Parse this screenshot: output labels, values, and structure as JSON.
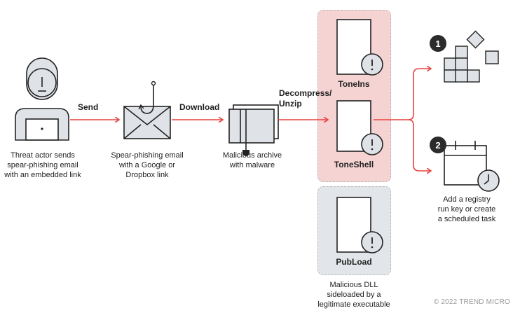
{
  "nodes": {
    "actor": {
      "caption": [
        "Threat actor sends",
        "spear-phishing email",
        "with an embedded link"
      ]
    },
    "email": {
      "caption": [
        "Spear-phishing email",
        "with a Google or",
        "Dropbox link"
      ]
    },
    "archive": {
      "caption": [
        "Malicious archive",
        "with malware"
      ]
    },
    "toneins": {
      "label": "ToneIns"
    },
    "toneshell": {
      "label": "ToneShell"
    },
    "pubload": {
      "label": "PubLoad",
      "caption": [
        "Malicious DLL",
        "sideloaded by a",
        "legitimate executable"
      ]
    },
    "persistence": {
      "caption": [
        "Add a registry",
        "run key or create",
        "a scheduled task"
      ]
    }
  },
  "edges": {
    "send": "Send",
    "download": "Download",
    "decompress": [
      "Decompress/",
      "Unzip"
    ]
  },
  "steps": {
    "one": "1",
    "two": "2"
  },
  "footer": {
    "copyright": "© 2022 TREND MICRO"
  },
  "colors": {
    "arrow": "#e8423f",
    "zone_malware": "#f6d3d3",
    "zone_loader": "#e2e6ea",
    "icon_fill": "#dfe3e7",
    "ink": "#222222"
  },
  "icons": [
    "threat-actor-icon",
    "email-hook-icon",
    "archive-icon",
    "file-alert-icon",
    "grid-blocks-icon",
    "calendar-clock-icon"
  ]
}
